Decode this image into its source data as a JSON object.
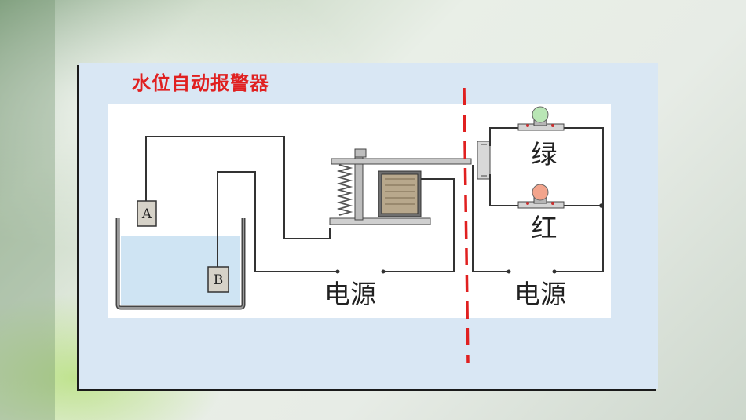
{
  "title": "水位自动报警器",
  "probes": {
    "a": "A",
    "b": "B"
  },
  "lamps": {
    "green": "绿",
    "red": "红"
  },
  "power_left": "电源",
  "power_right": "电源",
  "colors": {
    "title": "#e02020",
    "divider": "#e02020",
    "water": "#cfe4f3",
    "card": "#d9e7f4",
    "wire": "#333333",
    "green_lamp": "#b9e6b5",
    "red_lamp": "#f2a48c"
  },
  "icons": [
    "water-tank-icon",
    "relay-coil-icon",
    "spring-icon",
    "lamp-icon"
  ]
}
